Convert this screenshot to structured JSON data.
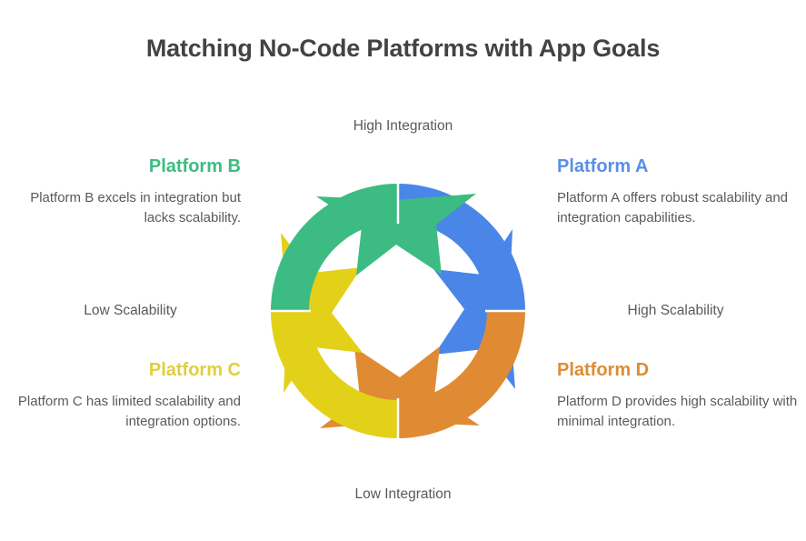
{
  "header": {
    "title": "Matching No-Code Platforms with App Goals"
  },
  "axes": {
    "top_label": "High Integration",
    "bottom_label": "Low Integration",
    "left_label": "Low Scalability",
    "right_label": "High Scalability"
  },
  "colors": {
    "blue": "#4a86e8",
    "green": "#3cbc82",
    "yellow": "#e3d119",
    "orange": "#e08b33",
    "heading_blue": "#5b8ee8",
    "heading_green": "#3cbc82",
    "heading_yellow": "#e0cf3b",
    "heading_orange": "#e08b33",
    "title_color": "#434343",
    "body_color": "#5a5a5a"
  },
  "quadrants": [
    {
      "id": "platform-a",
      "heading": "Platform A",
      "body": "Platform A offers robust scalability and integration capabilities.",
      "color": "#5b8ee8",
      "position": "top-right"
    },
    {
      "id": "platform-b",
      "heading": "Platform B",
      "body": "Platform B excels in integration but lacks scalability.",
      "color": "#3cbc82",
      "position": "top-left"
    },
    {
      "id": "platform-c",
      "heading": "Platform C",
      "body": "Platform C has limited scalability and integration options.",
      "color": "#e0cf3b",
      "position": "bottom-left"
    },
    {
      "id": "platform-d",
      "heading": "Platform D",
      "body": "Platform D provides high scalability with minimal integration.",
      "color": "#e08b33",
      "position": "bottom-right"
    }
  ],
  "diagram": {
    "type": "cyclical-arrow-ring",
    "segment_count": 4,
    "segments": [
      {
        "name": "top-right-arrow",
        "color": "#4a86e8",
        "label": "Platform A"
      },
      {
        "name": "bottom-right-arrow",
        "color": "#e08b33",
        "label": "Platform D"
      },
      {
        "name": "bottom-left-arrow",
        "color": "#e3d119",
        "label": "Platform C"
      },
      {
        "name": "top-left-arrow",
        "color": "#3cbc82",
        "label": "Platform B"
      }
    ]
  }
}
